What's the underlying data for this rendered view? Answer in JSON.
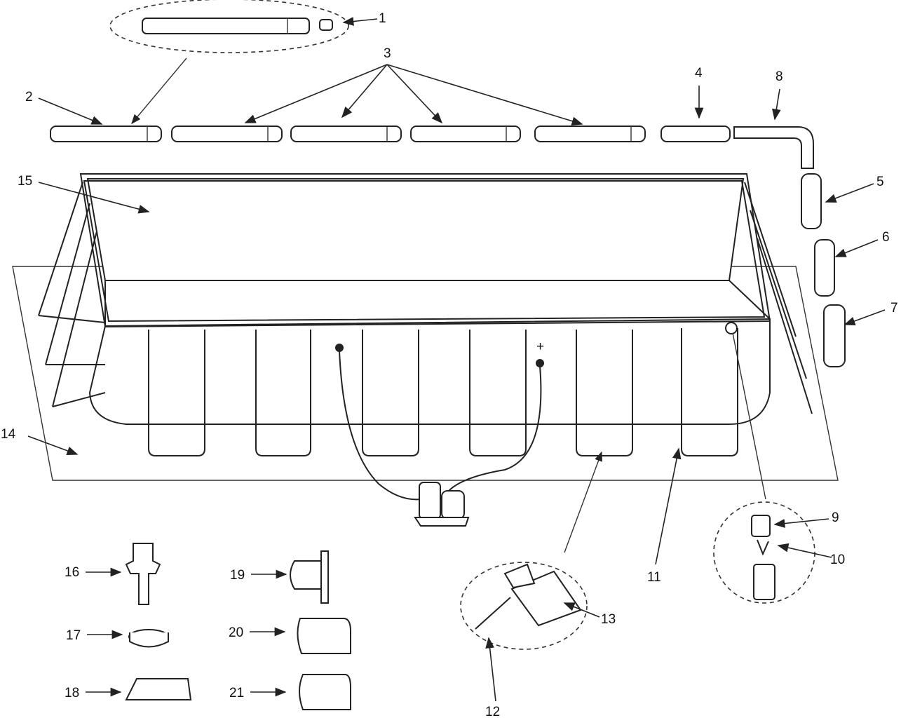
{
  "diagram": {
    "title": "Pool parts exploded view",
    "labels": {
      "1": "1",
      "2": "2",
      "3": "3",
      "4": "4",
      "5": "5",
      "6": "6",
      "7": "7",
      "8": "8",
      "9": "9",
      "10": "10",
      "11": "11",
      "12": "12",
      "13": "13",
      "14": "14",
      "15": "15",
      "16": "16",
      "17": "17",
      "18": "18",
      "19": "19",
      "20": "20",
      "21": "21"
    },
    "plus_sign": "+"
  }
}
